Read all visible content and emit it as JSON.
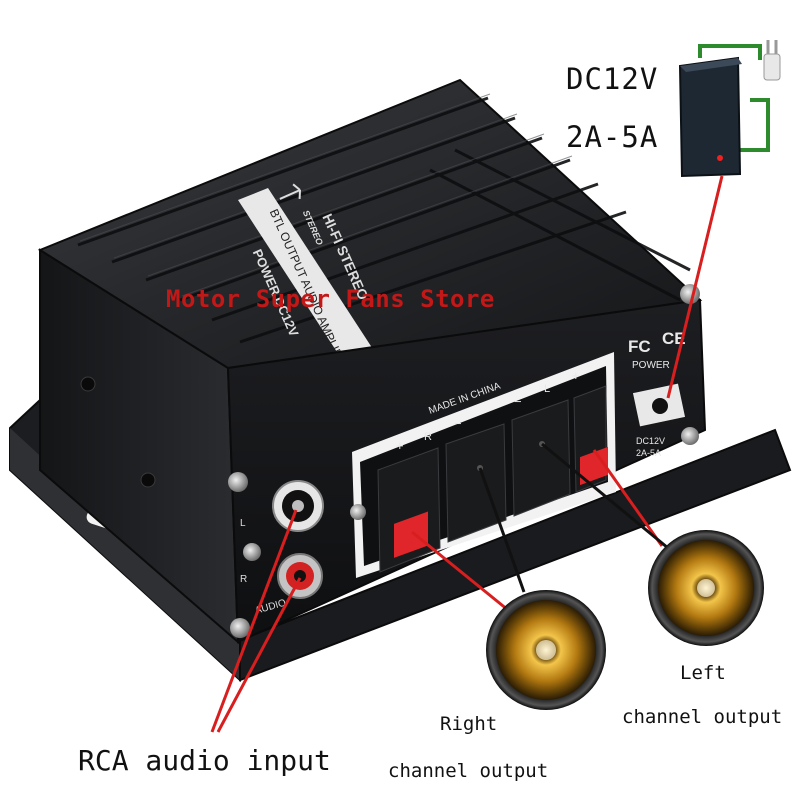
{
  "watermark": "Motor Super Fans Store",
  "callouts": {
    "power_voltage": "DC12V",
    "power_current": "2A-5A",
    "rca_input": "RCA audio input",
    "left_channel_line1": "Left",
    "left_channel_line2": "channel output",
    "right_channel_line1": "Right",
    "right_channel_line2": "channel output"
  },
  "device_labels": {
    "power_front": "POWER",
    "brand_stereo": "STEREO",
    "spec_dc": "DC12V",
    "amp_name": "BTL OUTPUT AUDIO AMPLIFIER",
    "hifi": "HI-FI STEREO",
    "made_in": "MADE IN CHINA",
    "channel_r": "R",
    "channel_l": "L",
    "plus": "+",
    "minus": "−",
    "fc": "FC",
    "ce": "CE",
    "power_back": "POWER",
    "dc_jack_1": "DC12V",
    "dc_jack_2": "2A-5A",
    "rca_l": "L",
    "rca_r": "R",
    "audio": "AUDIO"
  },
  "colors": {
    "body": "#1c1d20",
    "body_light": "#34363a",
    "back_panel": "#121316",
    "callout_line": "#d81e1e",
    "speaker_wire": "#111111",
    "terminal_red": "#e0262a",
    "speaker_gold": "#d9a21c",
    "adapter": "#1e2833",
    "watermark": "#c21818"
  },
  "icons": [
    "power-adapter-icon",
    "speaker-icon",
    "rca-jack-icon",
    "screw-icon",
    "antenna-logo-icon"
  ]
}
